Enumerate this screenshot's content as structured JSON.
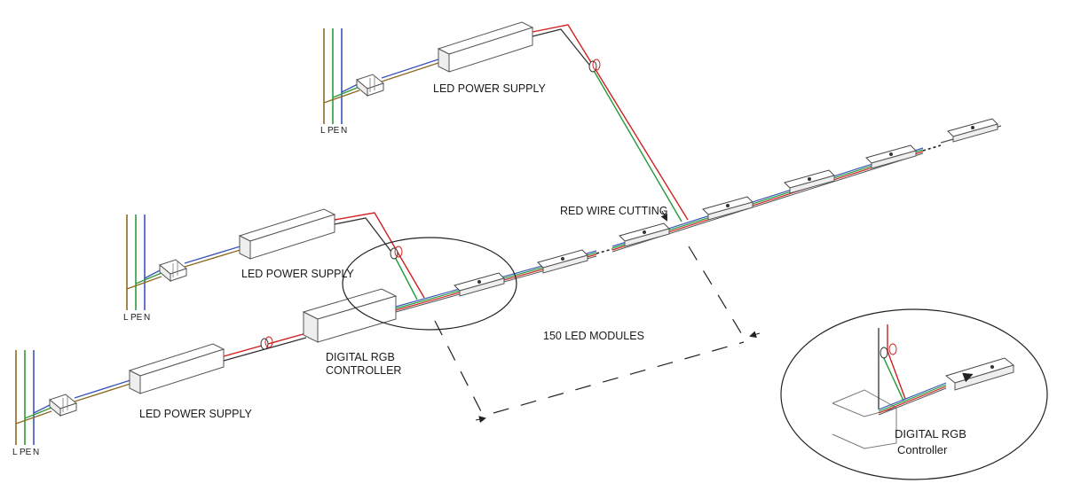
{
  "colors": {
    "wire_live": "#8b6a22",
    "wire_pe": "#2e9a3a",
    "wire_neutral": "#3b56b8",
    "wire_red": "#d11f1f",
    "wire_dark": "#333333",
    "wire_green": "#1f9a3c",
    "outline": "#555555"
  },
  "labels": {
    "psu_top": "LED POWER SUPPLY",
    "psu_middle": "LED POWER SUPPLY",
    "psu_bottom": "LED POWER SUPPLY",
    "controller_line1": "DIGITAL RGB",
    "controller_line2": "CONTROLLER",
    "red_wire_cutting": "RED WIRE CUTTING",
    "modules_count": "150 LED MODULES",
    "zoom_line1": "DIGITAL RGB",
    "zoom_line2": "Controller"
  },
  "wire_terminals": {
    "top": {
      "l": "L",
      "pe": "PE",
      "n": "N"
    },
    "middle": {
      "l": "L",
      "pe": "PE",
      "n": "N"
    },
    "bottom": {
      "l": "L",
      "pe": "PE",
      "n": "N"
    }
  }
}
